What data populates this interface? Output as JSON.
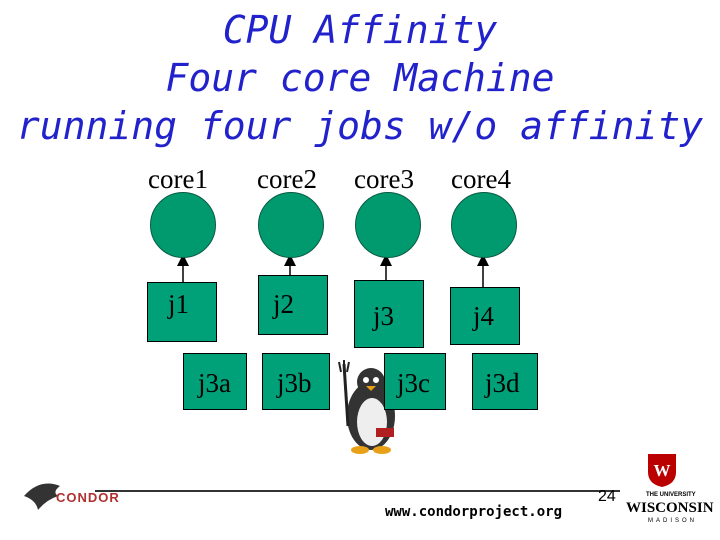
{
  "title": {
    "line1": "CPU Affinity",
    "line2": "Four core Machine",
    "line3": "running four jobs w/o affinity"
  },
  "cores": [
    {
      "label": "core1"
    },
    {
      "label": "core2"
    },
    {
      "label": "core3"
    },
    {
      "label": "core4"
    }
  ],
  "jobs": [
    {
      "label": "j1"
    },
    {
      "label": "j2"
    },
    {
      "label": "j3"
    },
    {
      "label": "j4"
    }
  ],
  "subjobs": [
    {
      "label": "j3a"
    },
    {
      "label": "j3b"
    },
    {
      "label": "j3c"
    },
    {
      "label": "j3d"
    }
  ],
  "footer": {
    "url": "www.condorproject.org",
    "slide_number": "24",
    "condor_logo_text": "CONDOR",
    "uw_logo_line1": "THE UNIVERSITY",
    "uw_logo_line2": "WISCONSIN",
    "uw_logo_line3": "MADISON"
  },
  "colors": {
    "title": "#2222cc",
    "core_fill": "#009a6e",
    "box_fill": "#00a078"
  }
}
